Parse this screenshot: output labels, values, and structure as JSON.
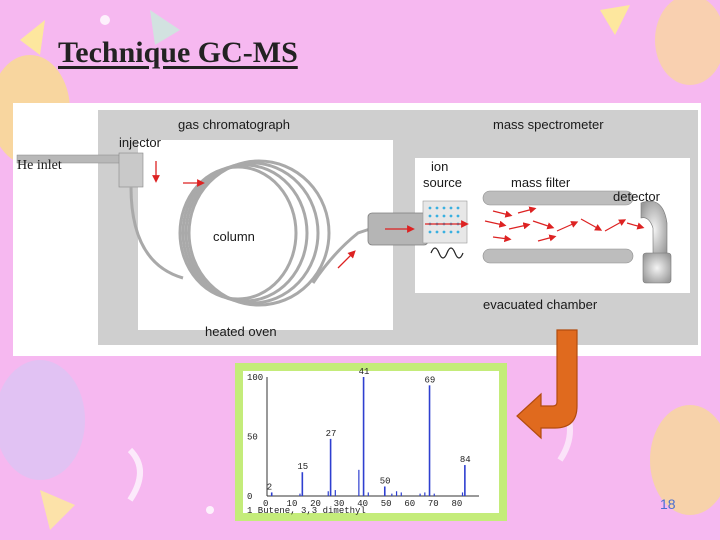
{
  "slide": {
    "title": "Technique GC-MS",
    "page_number": "18"
  },
  "diagram": {
    "labels": {
      "gas_chromatograph": "gas chromatograph",
      "mass_spectrometer": "mass spectrometer",
      "injector": "injector",
      "he_inlet": "He inlet",
      "column": "column",
      "heated_oven": "heated  oven",
      "ion_source_line1": "ion",
      "ion_source_line2": "source",
      "mass_filter": "mass filter",
      "detector": "detector",
      "evacuated_chamber": "evacuated chamber"
    }
  },
  "spectrum": {
    "caption": "1 Butene, 3,3 dimethyl",
    "chart_data": {
      "type": "bar",
      "x": [
        2,
        15,
        27,
        41,
        50,
        69,
        84
      ],
      "values": [
        3,
        20,
        48,
        100,
        8,
        93,
        26
      ],
      "peak_labels": [
        "2",
        "15",
        "27",
        "41",
        "50",
        "69",
        "84"
      ],
      "xticks": [
        "0",
        "10",
        "20",
        "30",
        "40",
        "50",
        "60",
        "70",
        "80"
      ],
      "yticks": [
        "100",
        "50",
        "0"
      ],
      "ylim": [
        0,
        100
      ],
      "xlim": [
        0,
        90
      ]
    }
  },
  "colors": {
    "background": "#f6b8f0",
    "spectrum_frame": "#c4ec7a",
    "peak": "#2e3fd0",
    "arrow_fill": "#e06a1e"
  }
}
